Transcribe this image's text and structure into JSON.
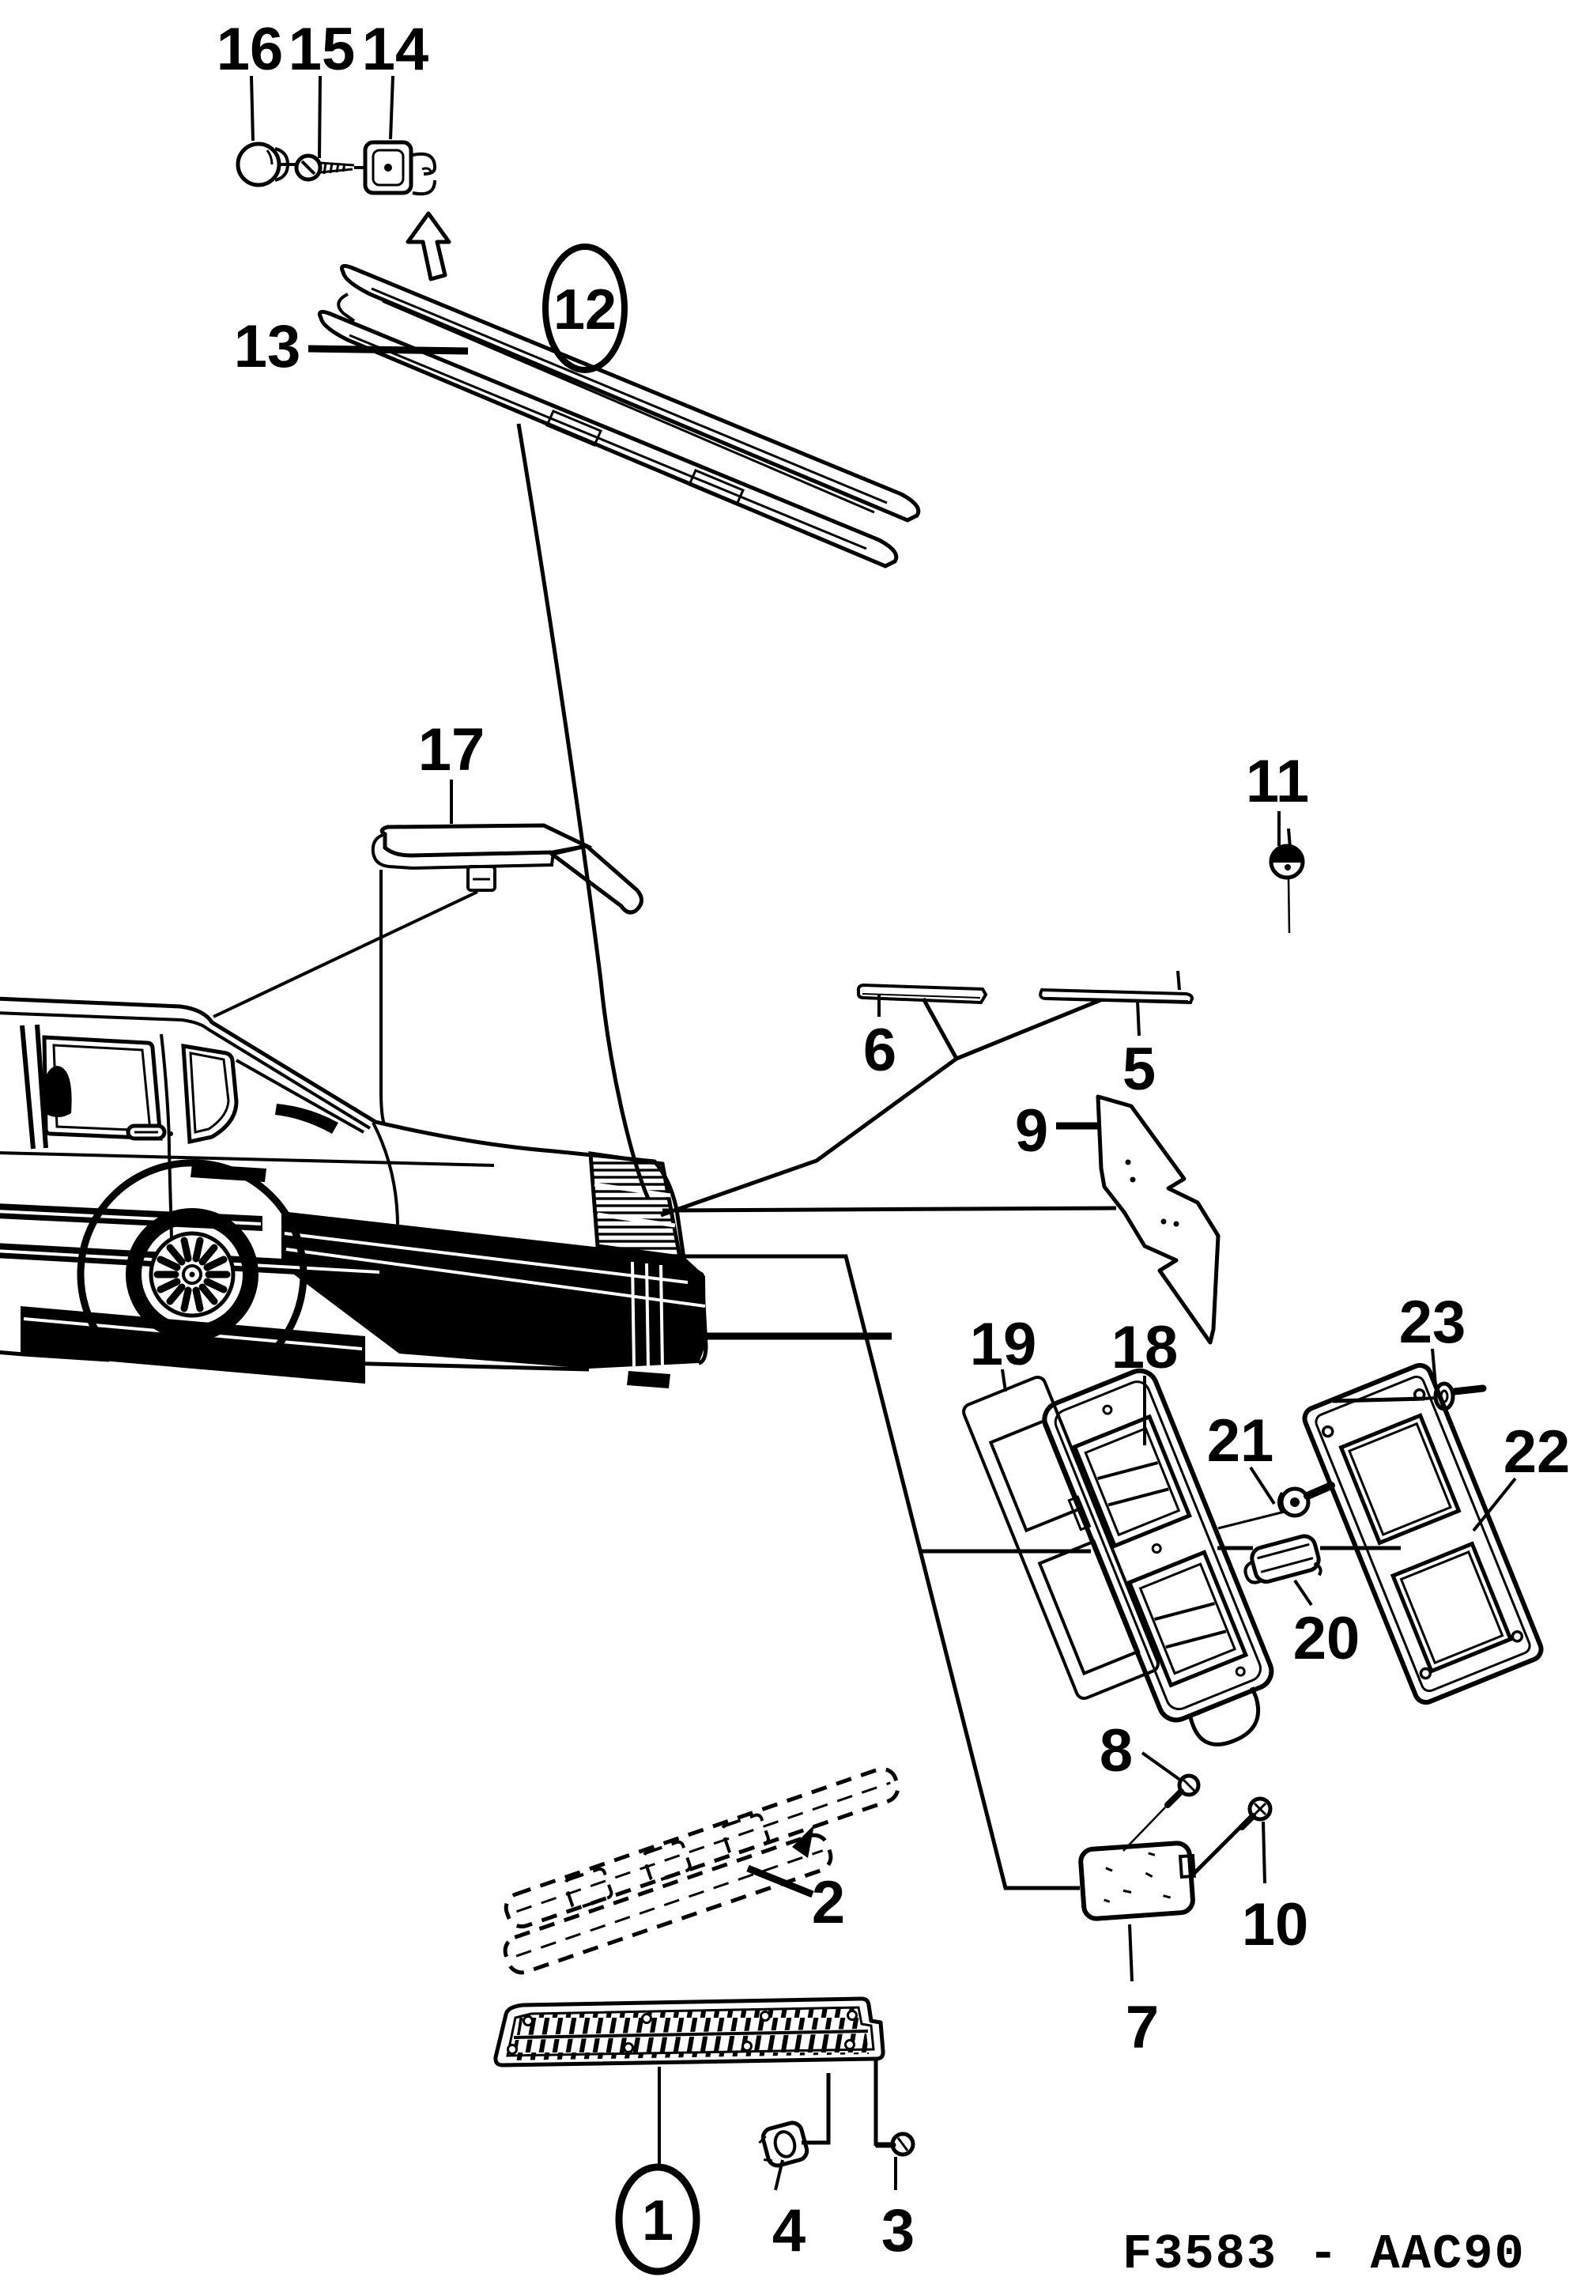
{
  "figure": {
    "code": "F3583 - AAC90",
    "ink_color": "#000000",
    "paper_color": "#ffffff"
  },
  "callouts": {
    "1": "1",
    "2": "2",
    "3": "3",
    "4": "4",
    "5": "5",
    "6": "6",
    "7": "7",
    "8": "8",
    "9": "9",
    "10": "10",
    "11": "11",
    "12": "12",
    "13": "13",
    "14": "14",
    "15": "15",
    "16": "16",
    "17": "17",
    "18": "18",
    "19": "19",
    "20": "20",
    "21": "21",
    "22": "22",
    "23": "23"
  }
}
